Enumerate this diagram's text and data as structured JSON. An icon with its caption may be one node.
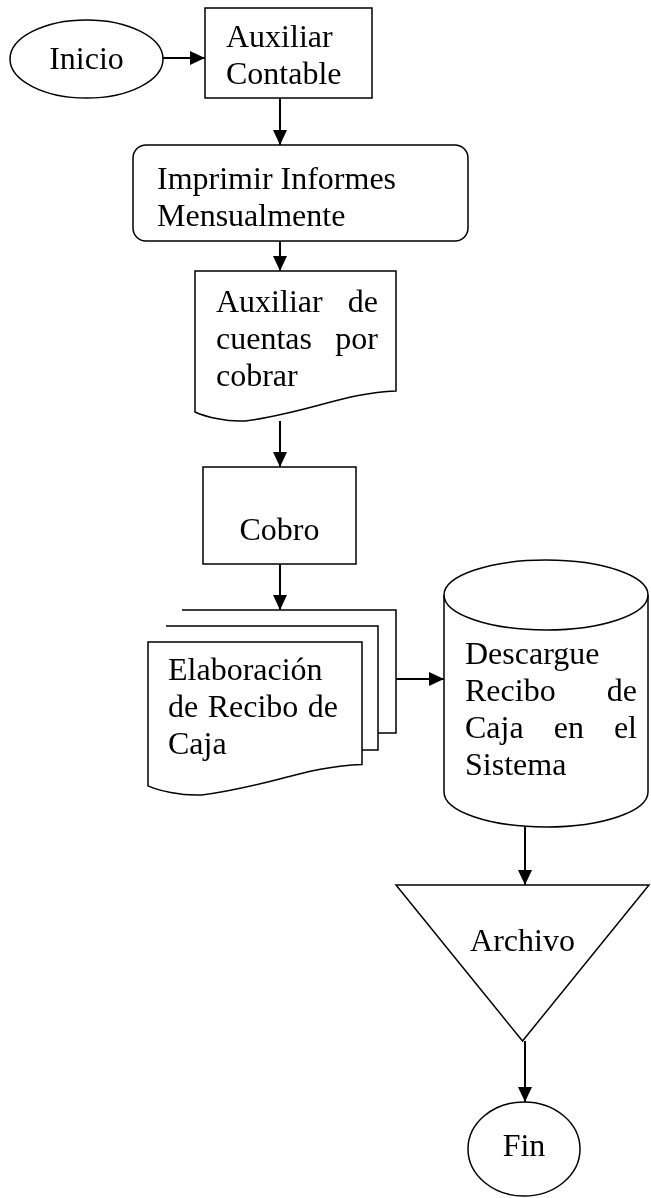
{
  "diagram": {
    "nodes": [
      {
        "text": [
          "Inicio"
        ]
      },
      {
        "text": [
          "Auxiliar Contable"
        ]
      },
      {
        "text": [
          "Imprimir Informes Mensualmente"
        ]
      },
      {
        "text": [
          "Auxiliar de cuentas por cobrar"
        ]
      },
      {
        "text": [
          "Cobro"
        ]
      },
      {
        "text": [
          "Elaboración de Recibo de Caja"
        ]
      },
      {
        "text": [
          "Descargue Recibo de Caja en el Sistema"
        ]
      },
      {
        "text": [
          "Archivo"
        ]
      },
      {
        "text": [
          "Fin"
        ]
      }
    ],
    "edges": [
      {
        "from": 0,
        "to": 1,
        "arrow": "to"
      },
      {
        "from": 1,
        "to": 2,
        "arrow": "to"
      },
      {
        "from": 2,
        "to": 3,
        "arrow": "to"
      },
      {
        "from": 3,
        "to": 4,
        "arrow": "to"
      },
      {
        "from": 4,
        "to": 5,
        "arrow": "to"
      },
      {
        "from": 5,
        "to": 6,
        "arrow": "to"
      },
      {
        "from": 6,
        "to": 7,
        "arrow": "to"
      },
      {
        "from": 7,
        "to": 8,
        "arrow": "to"
      }
    ]
  }
}
